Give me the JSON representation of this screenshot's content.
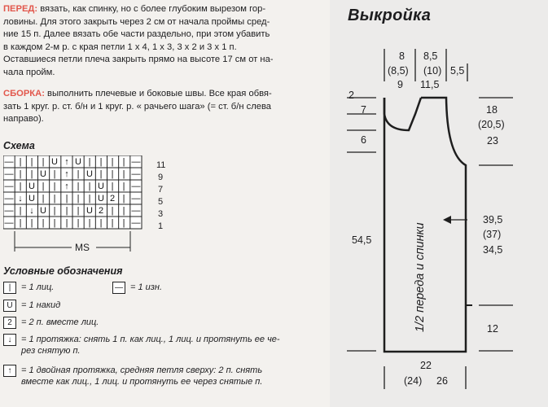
{
  "paragraphs": {
    "front_lead": "ПЕРЕД:",
    "front_text_1": "вязать, как спинку, но с более глубоким вырезом гор-",
    "front_text_2": "ловины. Для этого закрыть через 2 см от начала проймы сред-",
    "front_text_3": "ние 15 п. Далее вязать обе части раздельно, при этом убавить",
    "front_text_4": "в каждом 2-м р. с края петли 1 х 4, 1 х 3, 3 х 2 и 3 х 1 п.",
    "front_text_5": "Оставшиеся петли плеча закрыть прямо на высоте 17 см от на-",
    "front_text_6": "чала пройм.",
    "assembly_lead": "СБОРКА:",
    "assembly_text_1": "выполнить плечевые и боковые швы. Все края обвя-",
    "assembly_text_2": "зать 1 круг. р. ст. б/н и 1 круг. р. « рачьего шага» (= ст. б/н слева",
    "assembly_text_3": "направо)."
  },
  "scheme": {
    "title": "Схема",
    "row_numbers": [
      "11",
      "9",
      "7",
      "5",
      "3",
      "1"
    ],
    "ms_label": "MS"
  },
  "legend": {
    "title": "Условные обозначения",
    "knit_symbol": "|",
    "knit": "= 1 лиц.",
    "purl_symbol": "—",
    "purl": "= 1 изн.",
    "yarnover_symbol": "U",
    "yarnover": "= 1 накид",
    "k2tog_symbol": "2",
    "k2tog": "= 2 п. вместе лиц.",
    "pull_symbol": "↓",
    "pull_1": "= 1 протяжка: снять 1 п. как лиц., 1 лиц. и протянуть ее че-",
    "pull_2": "рез снятую п.",
    "double_symbol": "↑",
    "double_1": "= 1 двойная протяжка, средняя петля сверху: 2 п. снять",
    "double_2": "вместе как лиц., 1 лиц. и протянуть ее через снятые п."
  },
  "pattern": {
    "title": "Выкройка",
    "rotated_label": "1/2 переда и спинки",
    "top_8": "8",
    "top_85": "(8,5)",
    "top_9": "9",
    "top_85b": "8,5",
    "top_10": "(10)",
    "top_115": "11,5",
    "top_55": "5,5",
    "left_2": "2",
    "left_7": "7",
    "left_6": "6",
    "left_545": "54,5",
    "right_18": "18",
    "right_205": "(20,5)",
    "right_23": "23",
    "right_395": "39,5",
    "right_37": "(37)",
    "right_345": "34,5",
    "right_12": "12",
    "bottom_22": "22",
    "bottom_24": "(24)",
    "bottom_26": "26"
  }
}
